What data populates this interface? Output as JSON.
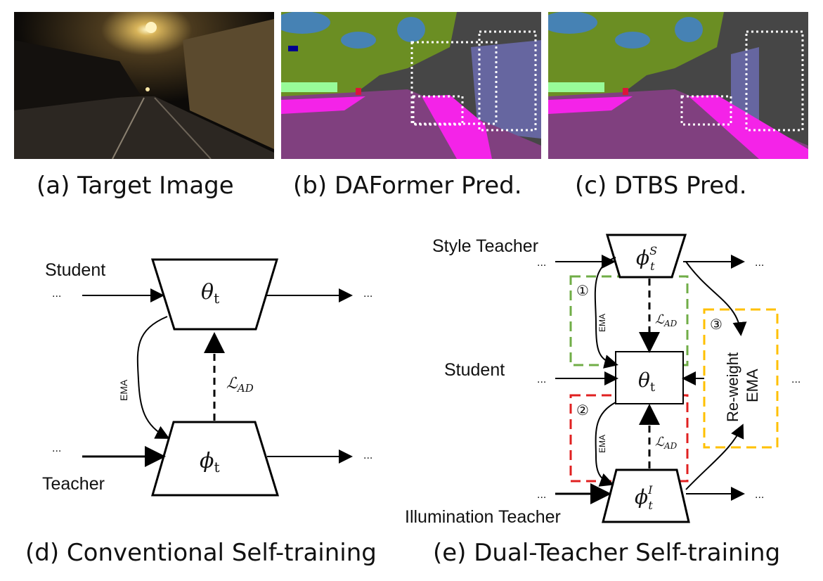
{
  "captions": {
    "a": "(a) Target Image",
    "b": "(b) DAFormer Pred.",
    "c": "(c) DTBS Pred.",
    "d": "(d) Conventional Self-training",
    "e": "(e) Dual-Teacher Self-training"
  },
  "diagram_d": {
    "student_label": "Student",
    "teacher_label": "Teacher",
    "ellipsis": "...",
    "ema_label": "EMA",
    "student_symbol": "θ",
    "student_sub": "t",
    "teacher_symbol": "ϕ",
    "teacher_sub": "t",
    "loss_symbol": "ℒ",
    "loss_sub": "AD"
  },
  "diagram_e": {
    "style_teacher_label": "Style Teacher",
    "student_label": "Student",
    "illumination_teacher_label": "Illumination Teacher",
    "ellipsis": "...",
    "ema_label": "EMA",
    "reweight_label": "Re-weight",
    "reweight_ema_label": "EMA",
    "circle_1": "①",
    "circle_2": "②",
    "circle_3": "③",
    "style_symbol": "ϕ",
    "style_sub": "t",
    "style_sup": "S",
    "illum_symbol": "ϕ",
    "illum_sub": "t",
    "illum_sup": "I",
    "student_symbol": "θ",
    "student_sub": "t",
    "loss_symbol": "ℒ",
    "loss_sub": "AD",
    "colors": {
      "green": "#70ad47",
      "red": "#e02020",
      "yellow": "#ffc000"
    }
  },
  "segmentation_colors": {
    "road": "#80407f",
    "sidewalk": "#f423e8",
    "building": "#464646",
    "vegetation": "#6b8e23",
    "sky": "#4682b4",
    "terrain": "#98fb98",
    "wall": "#6666a0",
    "car": "#00008e"
  }
}
